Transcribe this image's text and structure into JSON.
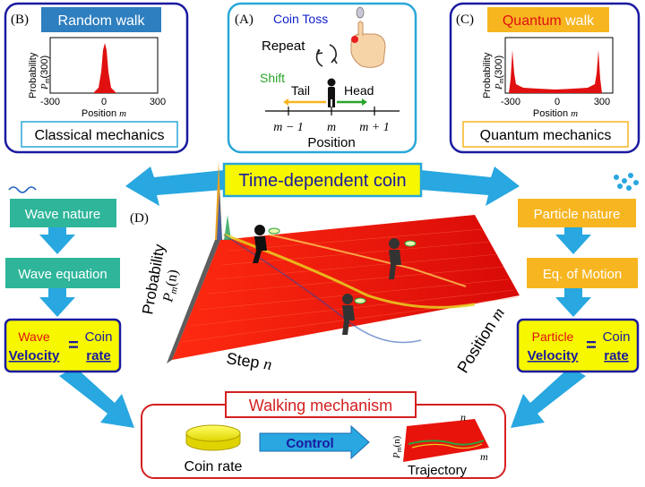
{
  "panel_b": {
    "label": "(B)",
    "title": "Random walk",
    "y_axis": "Probability",
    "y_sub": "P",
    "y_sub_m": "m",
    "y_sub_arg": "(300)",
    "ticks": [
      "-300",
      "0",
      "300"
    ],
    "x_axis": "Position ",
    "x_axis_var": "m",
    "caption": "Classical mechanics"
  },
  "panel_a": {
    "label": "(A)",
    "title": "Coin Toss",
    "repeat": "Repeat",
    "shift": "Shift",
    "tail": "Tail",
    "head": "Head",
    "tick_left": "m − 1",
    "tick_mid": "m",
    "tick_right": "m + 1",
    "position": "Position"
  },
  "panel_c": {
    "label": "(C)",
    "title_colored": "Quantum",
    "title_rest": " walk",
    "y_axis": "Probability",
    "y_sub": "P",
    "y_sub_m": "m",
    "y_sub_arg": "(300)",
    "ticks": [
      "-300",
      "0",
      "300"
    ],
    "x_axis": "Position ",
    "x_axis_var": "m",
    "caption": "Quantum mechanics"
  },
  "center": {
    "coin_title": "Time-dependent coin",
    "panel_d_label": "(D)",
    "prob_label": "Probability",
    "pmn": "P",
    "pmn_m": "m",
    "pmn_arg": "(n)",
    "step_label": "Step ",
    "step_var": "n",
    "position_label": "Position ",
    "position_var": "m"
  },
  "left_chain": {
    "wave_nature": "Wave nature",
    "wave_equation": "Wave equation",
    "eq_word": "Wave",
    "velocity": "Velocity",
    "equals": "=",
    "coin": "Coin",
    "rate": "rate"
  },
  "right_chain": {
    "particle_nature": "Particle nature",
    "eq_motion": "Eq. of Motion",
    "eq_word": "Particle",
    "velocity": "Velocity",
    "equals": "=",
    "coin": "Coin",
    "rate": "rate"
  },
  "bottom": {
    "title": "Walking mechanism",
    "coin_rate": "Coin rate",
    "control": "Control",
    "trajectory": "Trajectory",
    "mini_n": "n",
    "mini_m": "m",
    "mini_p": "P",
    "mini_p_m": "m",
    "mini_p_arg": "(n)"
  },
  "colors": {
    "frame_blue": "#1a1aa0",
    "frame_cyan": "#2aa7d8",
    "frame_red": "#d42020",
    "wave_green": "#2eb59a",
    "particle_orange": "#f7b520",
    "arrow_blue": "#28a7e0",
    "coin_yellow": "#f7f700",
    "surface_red": "#e8140c",
    "coin_toss_blue": "#1020c8",
    "shift_green": "#29a529",
    "title_blue_box": "#2e7fc0",
    "quantum_red": "#e01010"
  }
}
